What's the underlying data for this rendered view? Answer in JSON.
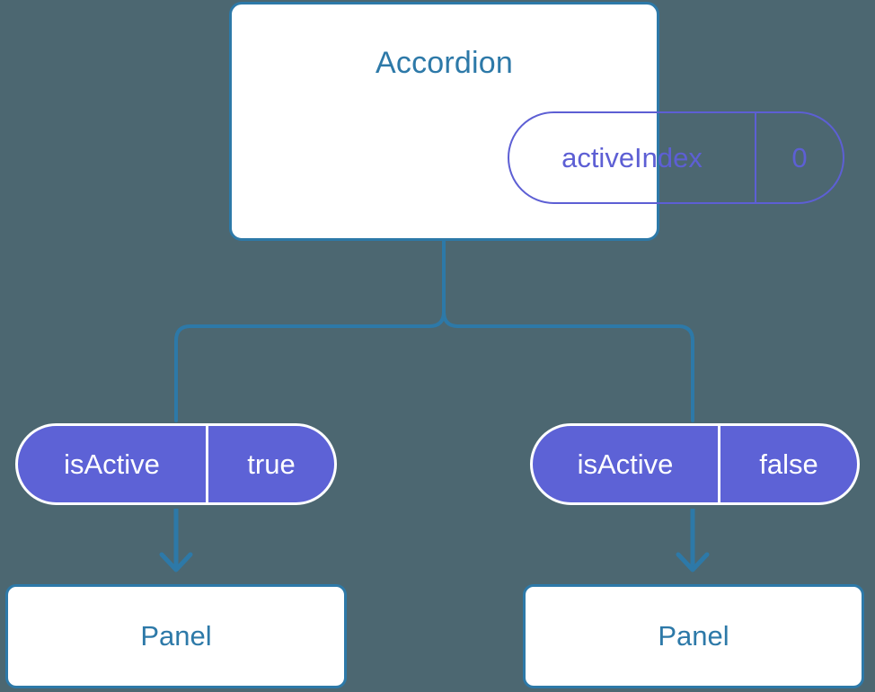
{
  "canvas": {
    "background_color": "#4c6771",
    "accent_blue": "#2d79a8",
    "accent_purple": "#5d62d6",
    "purple_outline": "#5d5fd4",
    "surface_white": "#ffffff"
  },
  "diagram": {
    "type": "component-tree",
    "root": {
      "title": "Accordion",
      "state": {
        "key": "activeIndex",
        "value": "0"
      }
    },
    "children": [
      {
        "prop": {
          "key": "isActive",
          "value": "true"
        },
        "component": {
          "title": "Panel"
        }
      },
      {
        "prop": {
          "key": "isActive",
          "value": "false"
        },
        "component": {
          "title": "Panel"
        }
      }
    ]
  }
}
